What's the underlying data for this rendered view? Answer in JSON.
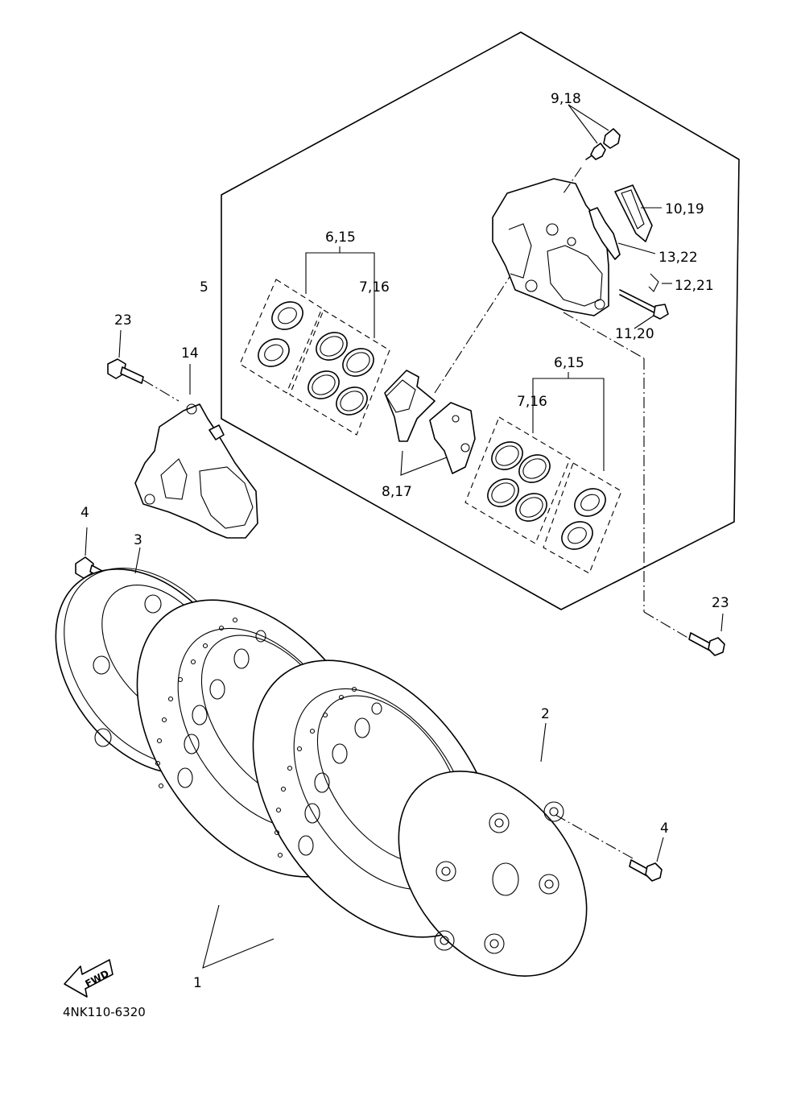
{
  "labels": {
    "disc": "1",
    "cover_right": "2",
    "cover_left": "3",
    "bolt_left": "4",
    "bolt_right": "4",
    "caliper_assy": "5",
    "piston_upper": "6,15",
    "seal_upper": "7,16",
    "piston_lower": "6,15",
    "seal_lower": "7,16",
    "pads": "8,17",
    "bleed_screw": "9,18",
    "pad_spring": "10,19",
    "pin": "11,20",
    "clip": "12,21",
    "support": "13,22",
    "caliper_left": "14",
    "caliper_bolt_upper": "23",
    "caliper_bolt_lower": "23"
  },
  "fwd_marker": "FWD",
  "diagram_code": "4NK110-6320"
}
